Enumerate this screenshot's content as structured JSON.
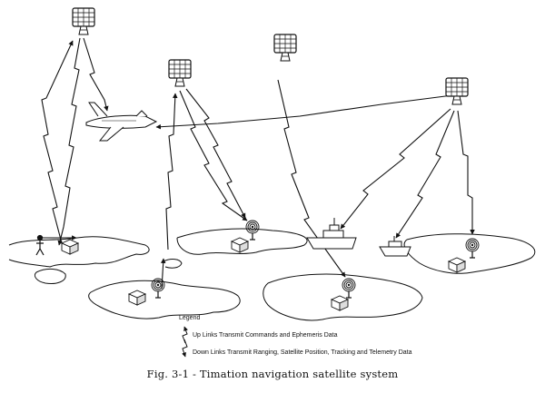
{
  "legend": {
    "title": "Legend",
    "up_links": "Up Links Transmit Commands and Ephemeris Data",
    "down_links": "Down Links Transmit Ranging, Satellite Position, Tracking and Telemetry Data"
  },
  "caption": "Fig. 3-1 - Timation navigation satellite system",
  "icons": [
    "satellite-icon",
    "aircraft-icon",
    "ship-icon",
    "ground-antenna-icon",
    "equipment-box-icon",
    "person-icon"
  ]
}
